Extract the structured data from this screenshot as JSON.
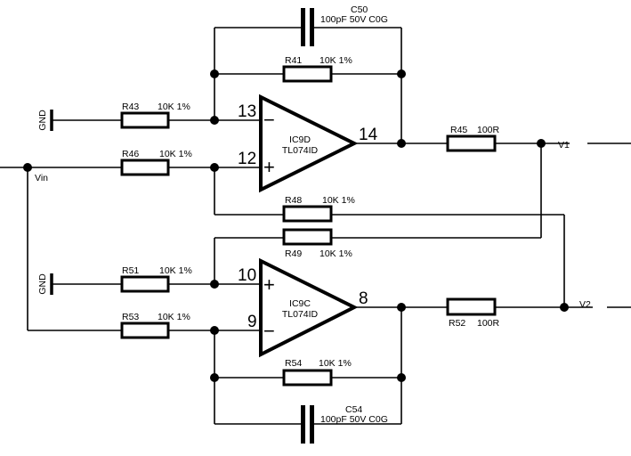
{
  "schematic": {
    "nets": {
      "vin": "Vin",
      "v1": "V1",
      "v2": "V2",
      "gnd_top": "GND",
      "gnd_bottom": "GND"
    },
    "opamps": [
      {
        "ref": "IC9D",
        "part": "TL074ID",
        "pin_inv": "13",
        "pin_noninv": "12",
        "pin_out": "14",
        "inv_sign": "−",
        "noninv_sign": "+"
      },
      {
        "ref": "IC9C",
        "part": "TL074ID",
        "pin_noninv": "10",
        "pin_inv": "9",
        "pin_out": "8",
        "inv_sign": "−",
        "noninv_sign": "+"
      }
    ],
    "capacitors": [
      {
        "ref": "C50",
        "value": "100pF 50V C0G"
      },
      {
        "ref": "C54",
        "value": "100pF 50V C0G"
      }
    ],
    "resistors": {
      "R41": {
        "ref": "R41",
        "value": "10K 1%"
      },
      "R43": {
        "ref": "R43",
        "value": "10K 1%"
      },
      "R46": {
        "ref": "R46",
        "value": "10K 1%"
      },
      "R45": {
        "ref": "R45",
        "value": "100R"
      },
      "R48": {
        "ref": "R48",
        "value": "10K 1%"
      },
      "R49": {
        "ref": "R49",
        "value": "10K 1%"
      },
      "R51": {
        "ref": "R51",
        "value": "10K 1%"
      },
      "R53": {
        "ref": "R53",
        "value": "10K 1%"
      },
      "R52": {
        "ref": "R52",
        "value": "100R"
      },
      "R54": {
        "ref": "R54",
        "value": "10K 1%"
      }
    }
  }
}
